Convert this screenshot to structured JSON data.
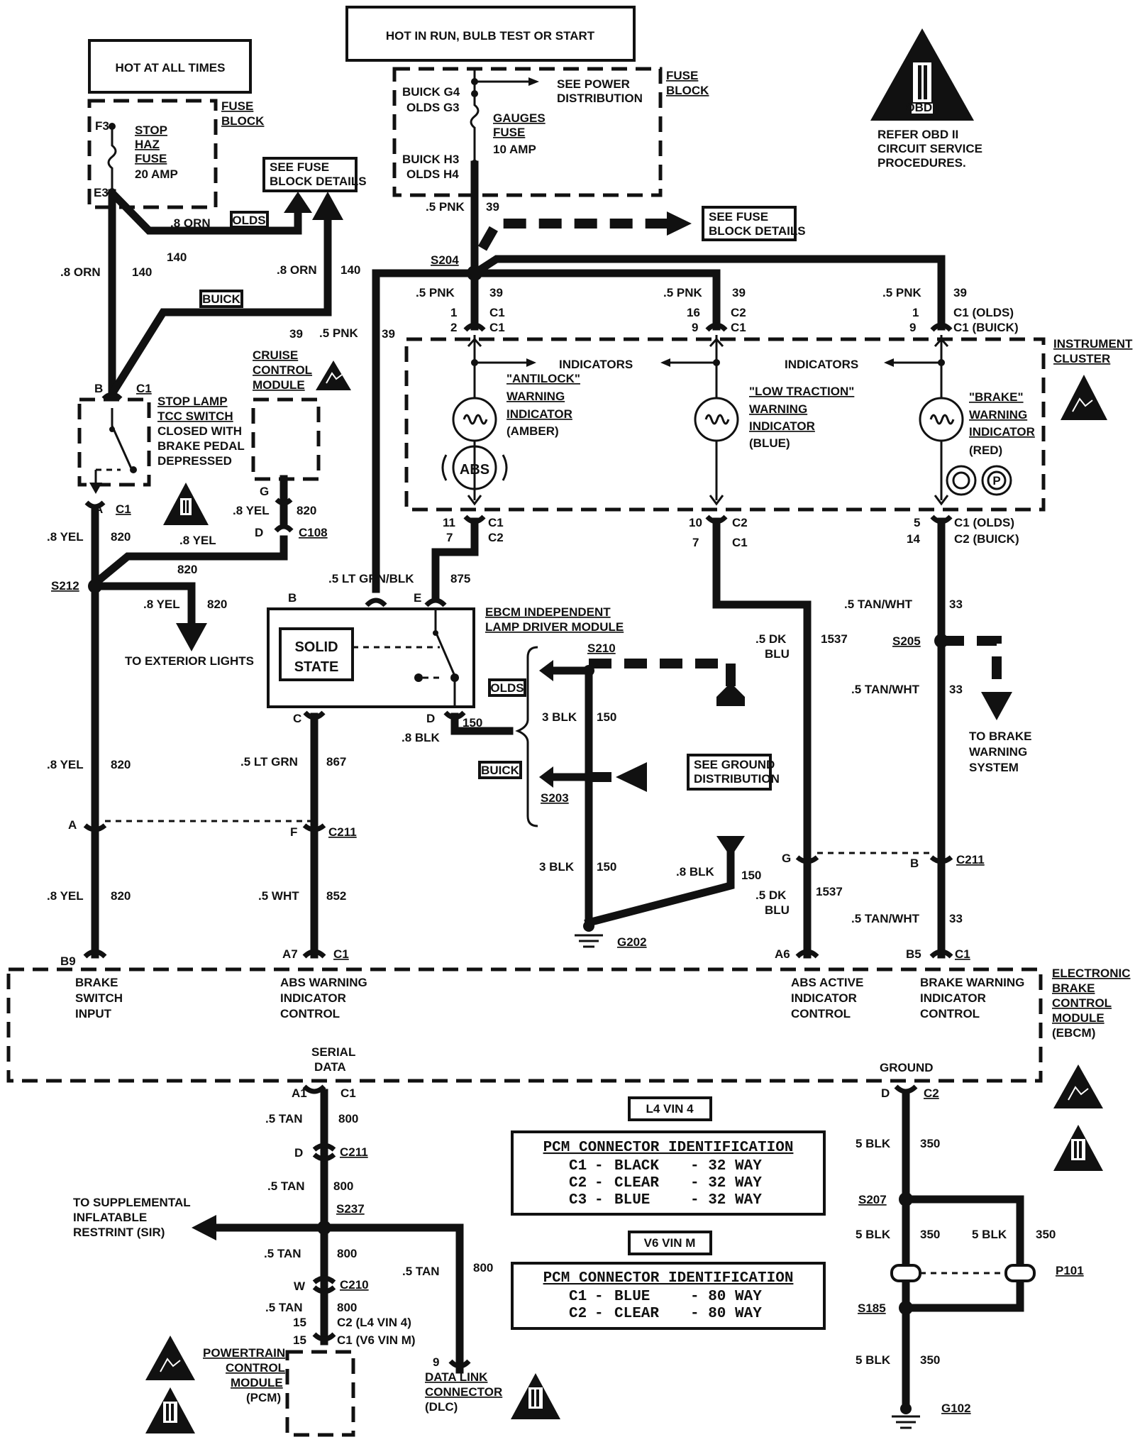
{
  "labels": {
    "hot_all_times": "HOT AT ALL TIMES",
    "hot_run": "HOT IN RUN, BULB TEST OR START",
    "fuse_block": [
      "FUSE",
      "BLOCK"
    ],
    "f3": "F3",
    "e3": "E3",
    "stop_haz_fuse": [
      "STOP",
      "HAZ",
      "FUSE",
      "20 AMP"
    ],
    "see_fuse_block_details": [
      "SEE FUSE",
      "BLOCK DETAILS"
    ],
    "olds": "OLDS",
    "buick": "BUICK",
    "buick_g4": "BUICK G4",
    "olds_g3": "OLDS G3",
    "buick_h3": "BUICK H3",
    "olds_h4": "OLDS H4",
    "see_power_distribution": [
      "SEE POWER",
      "DISTRIBUTION"
    ],
    "gauges_fuse": [
      "GAUGES",
      "FUSE",
      "10 AMP"
    ],
    "obd_refer": [
      "REFER OBD II",
      "CIRCUIT SERVICE",
      "PROCEDURES."
    ],
    "obdii": "OBDII",
    "w_8orn": ".8 ORN",
    "w_140": "140",
    "w_5pnk": ".5 PNK",
    "w_39": "39",
    "s204": "S204",
    "c1": "C1",
    "c2": "C2",
    "c1_olds": "C1 (OLDS)",
    "c1_buick": "C1 (BUICK)",
    "c2_buick": "C2 (BUICK)",
    "n1": "1",
    "n2": "2",
    "n16": "16",
    "n9": "9",
    "n11": "11",
    "n7": "7",
    "n10": "10",
    "n5": "5",
    "n14": "14",
    "n15": "15",
    "instrument_cluster": [
      "INSTRUMENT",
      "CLUSTER"
    ],
    "indicators": "INDICATORS",
    "antilock": [
      "\"ANTILOCK\"",
      "WARNING",
      "INDICATOR",
      "(AMBER)"
    ],
    "low_traction": [
      "\"LOW TRACTION\"",
      "WARNING",
      "INDICATOR",
      "(BLUE)"
    ],
    "brake_ind": [
      "\"BRAKE\"",
      "WARNING",
      "INDICATOR",
      "(RED)"
    ],
    "abs": "ABS",
    "b": "B",
    "a": "A",
    "g": "G",
    "d": "D",
    "c": "C",
    "e": "E",
    "f": "F",
    "w": "W",
    "stop_lamp": [
      "STOP LAMP",
      "TCC SWITCH",
      "CLOSED WITH",
      "BRAKE PEDAL",
      "DEPRESSED"
    ],
    "cruise": [
      "CRUISE",
      "CONTROL",
      "MODULE"
    ],
    "w_8yel": ".8 YEL",
    "w_820": "820",
    "c108": "C108",
    "s212": "S212",
    "to_exterior": "TO EXTERIOR LIGHTS",
    "w_5ltgrnblk": ".5 LT GRN/BLK",
    "w_875": "875",
    "ebcm_ildm": [
      "EBCM INDEPENDENT",
      "LAMP DRIVER MODULE"
    ],
    "solid_state": [
      "SOLID",
      "STATE"
    ],
    "s210": "S210",
    "w_3blk": "3 BLK",
    "w_150": "150",
    "w_8blk": ".8 BLK",
    "s203": "S203",
    "see_ground": [
      "SEE GROUND",
      "DISTRIBUTION"
    ],
    "g202": "G202",
    "w_5ltgrn": ".5 LT GRN",
    "w_867": "867",
    "c211": "C211",
    "w_5wht": ".5 WHT",
    "w_852": "852",
    "a7": "A7",
    "b9": "B9",
    "a6": "A6",
    "b5": "B5",
    "w_5dkblu": [
      ".5 DK",
      "BLU"
    ],
    "w_1537": "1537",
    "w_5tanwht": ".5 TAN/WHT",
    "w_33": "33",
    "s205": "S205",
    "to_brake_warning": [
      "TO BRAKE",
      "WARNING",
      "SYSTEM"
    ],
    "ebcm": [
      "ELECTRONIC",
      "BRAKE",
      "CONTROL",
      "MODULE",
      "(EBCM)"
    ],
    "brake_switch_input": [
      "BRAKE",
      "SWITCH",
      "INPUT"
    ],
    "abs_warning_ctrl": [
      "ABS WARNING",
      "INDICATOR",
      "CONTROL"
    ],
    "abs_active_ctrl": [
      "ABS ACTIVE",
      "INDICATOR",
      "CONTROL"
    ],
    "brake_warning_ctrl": [
      "BRAKE WARNING",
      "INDICATOR",
      "CONTROL"
    ],
    "serial_data": [
      "SERIAL",
      "DATA"
    ],
    "ground": "GROUND",
    "a1": "A1",
    "w_5tan": ".5 TAN",
    "w_800": "800",
    "s237": "S237",
    "to_sir": [
      "TO SUPPLEMENTAL",
      "INFLATABLE",
      "RESTRINT (SIR)"
    ],
    "c210": "C210",
    "c2_l4": "C2 (L4 VIN 4)",
    "c1_v6": "C1 (V6 VIN M)",
    "pcm": [
      "POWERTRAIN",
      "CONTROL",
      "MODULE",
      "(PCM)"
    ],
    "dlc": [
      "DATA LINK",
      "CONNECTOR",
      "(DLC)"
    ],
    "w_5blk": "5 BLK",
    "w_350": "350",
    "s207": "S207",
    "p101": "P101",
    "s185": "S185",
    "g102": "G102",
    "l4_vin": "L4 VIN 4",
    "v6_vin": "V6 VIN M",
    "pcm_conn_id": "PCM CONNECTOR IDENTIFICATION",
    "pcm_l4_rows": [
      [
        "C1",
        "-",
        "BLACK",
        "- 32 WAY"
      ],
      [
        "C2",
        "-",
        "CLEAR",
        "- 32 WAY"
      ],
      [
        "C3",
        "-",
        "BLUE",
        "- 32 WAY"
      ]
    ],
    "pcm_v6_rows": [
      [
        "C1",
        "-",
        "BLUE",
        "- 80 WAY"
      ],
      [
        "C2",
        "-",
        "CLEAR",
        "- 80 WAY"
      ]
    ]
  }
}
